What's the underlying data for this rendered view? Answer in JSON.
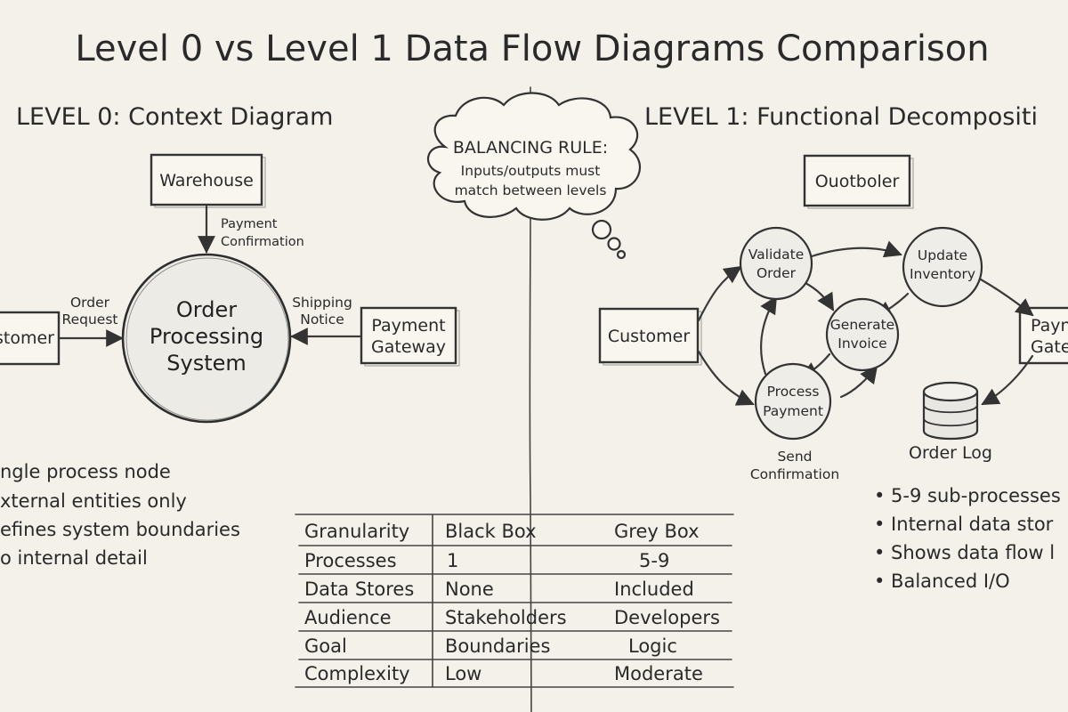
{
  "title": "Level 0 vs Level 1 Data Flow Diagrams Comparison",
  "level0": {
    "heading": "LEVEL 0: Context Diagram",
    "process": [
      "Order",
      "Processing",
      "System"
    ],
    "entities": {
      "warehouse": "Warehouse",
      "customer": "stomer",
      "payment_gateway": [
        "Payment",
        "Gateway"
      ]
    },
    "flows": {
      "payment_confirmation": [
        "Payment",
        "Confirmation"
      ],
      "order_request": [
        "Order",
        "Request"
      ],
      "shipping_notice": [
        "Shipping",
        "Notice"
      ]
    },
    "bullets": [
      "ngle process node",
      "xternal entities only",
      "efines system boundaries",
      "o internal detail"
    ]
  },
  "balancing_rule": {
    "title": "BALANCING RULE:",
    "lines": [
      "Inputs/outputs must",
      "match between levels"
    ]
  },
  "level1": {
    "heading": "LEVEL 1: Functional Decompositi",
    "entities": {
      "top": "Ouotboler",
      "customer": "Customer",
      "payment_gateway": [
        "Payn",
        "Gate"
      ]
    },
    "processes": {
      "validate": [
        "Validate",
        "Order"
      ],
      "update": [
        "Update",
        "Inventory"
      ],
      "generate": [
        "Generate",
        "Invoice"
      ],
      "payment": [
        "Process",
        "Payment"
      ]
    },
    "flows": {
      "send_confirmation": [
        "Send",
        "Confirmation"
      ]
    },
    "data_store": "Order Log",
    "bullets": [
      "• 5-9 sub-processes",
      "• Internal data stor",
      "• Shows data flow l",
      "• Balanced I/O"
    ]
  },
  "table": {
    "rows": [
      [
        "Granularity",
        "Black Box",
        "Grey Box"
      ],
      [
        "Processes",
        "1",
        "5-9"
      ],
      [
        "Data Stores",
        "None",
        "Included"
      ],
      [
        "Audience",
        "Stakeholders",
        "Developers"
      ],
      [
        "Goal",
        "Boundaries",
        "Logic"
      ],
      [
        "Complexity",
        "Low",
        "Moderate"
      ]
    ]
  }
}
